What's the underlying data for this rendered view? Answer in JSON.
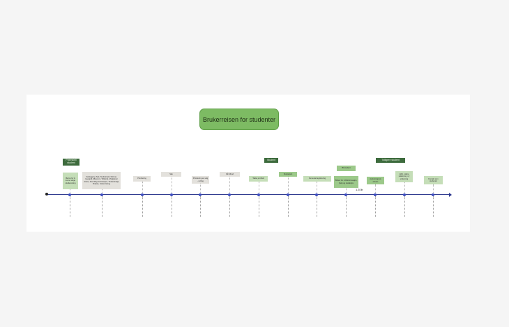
{
  "title": "Brukerreisen for studenter",
  "axis_label": "1-5 år",
  "phases": [
    {
      "label": "Potensiell student"
    },
    {
      "label": "Student"
    },
    {
      "label": "Tidligere student"
    }
  ],
  "cards": [
    {
      "text": "Behov for å kunne velge studieretning"
    },
    {
      "text": "Kartlegging: Søk, Studiekvalit, Motiver, Geografi, Økonomi, Tidsbruk, Muligheter videre, Fremtidig livssituasjon, Studentmiljø, Praksis, Undervisning"
    },
    {
      "text": "Prioritering"
    },
    {
      "text": "Søk"
    },
    {
      "text": "Prioritering av valg - retting"
    },
    {
      "text": "Får tilbud"
    },
    {
      "text": "Takke ja tilbud"
    },
    {
      "text": "Studiestart"
    },
    {
      "text": "Semesterregistrering"
    },
    {
      "text": "Bli student"
    },
    {
      "text": "Behov for å få informasjon, hjelp og studietips"
    },
    {
      "text": "Avslutningsvis eksam"
    },
    {
      "text": "Jobb, videre utdanning, ny utdanning"
    },
    {
      "text": "Kontakt som studenter"
    }
  ]
}
